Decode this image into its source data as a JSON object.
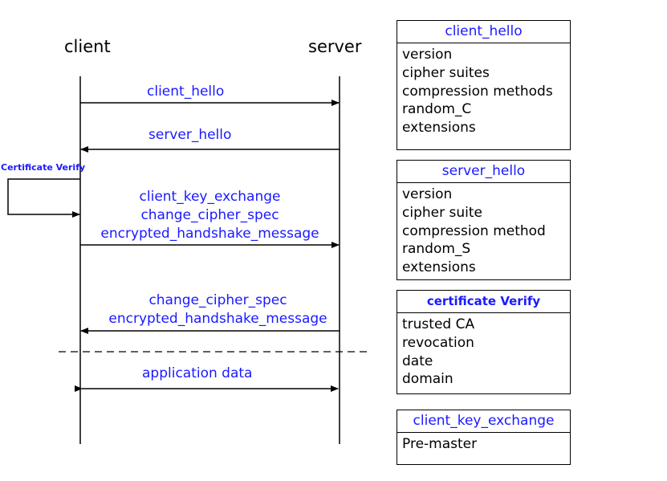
{
  "actors": {
    "client": "client",
    "server": "server"
  },
  "messages": {
    "client_hello": "client_hello",
    "server_hello": "server_hello",
    "self_verify": "Certificate Verify",
    "key_exchange_1": "client_key_exchange",
    "key_exchange_2": "change_cipher_spec",
    "key_exchange_3": "encrypted_handshake_message",
    "server_finish_1": "change_cipher_spec",
    "server_finish_2": "encrypted_handshake_message",
    "app_data": "application data"
  },
  "boxes": [
    {
      "title": "client_hello",
      "fields": [
        "version",
        "cipher suites",
        "compression methods",
        "random_C",
        "extensions"
      ]
    },
    {
      "title": "server_hello",
      "fields": [
        "version",
        "cipher suite",
        "compression method",
        "random_S",
        "extensions"
      ]
    },
    {
      "title": "certificate Verify",
      "fields": [
        "trusted CA",
        "revocation",
        "date",
        "domain"
      ]
    },
    {
      "title": "client_key_exchange",
      "fields": [
        "Pre-master"
      ]
    }
  ],
  "colors": {
    "label": "#1a1aff",
    "line": "#000000"
  }
}
